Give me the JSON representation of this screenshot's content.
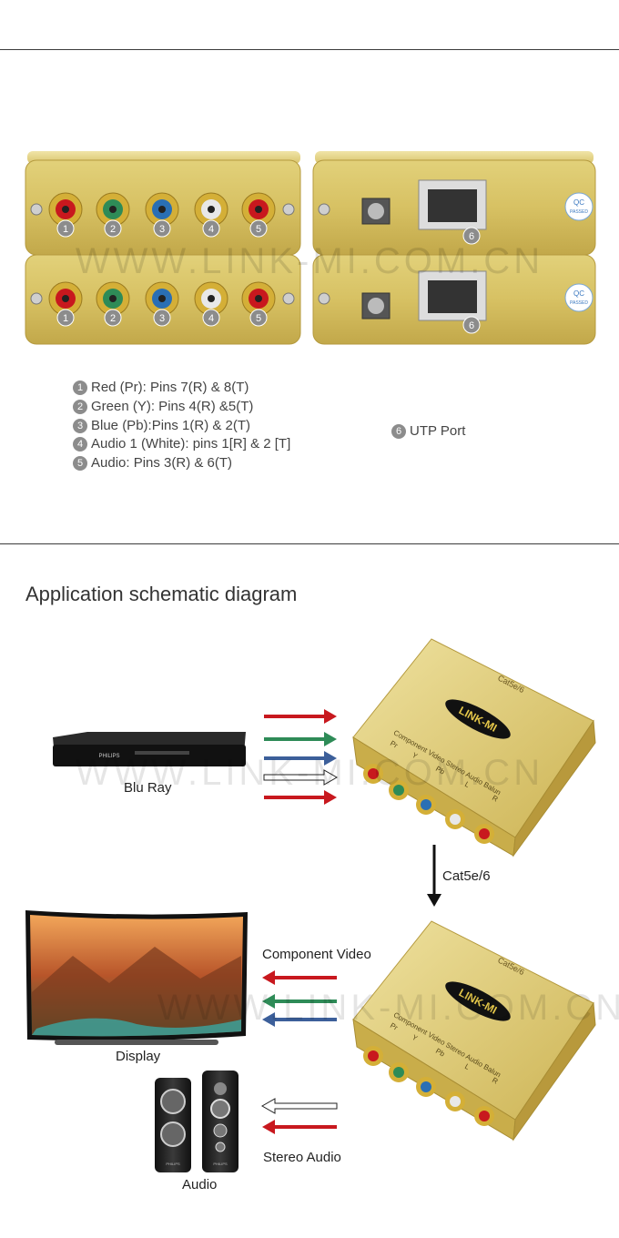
{
  "product_photo": {
    "port_numbers": [
      "1",
      "2",
      "3",
      "4",
      "5"
    ],
    "utp_number": "6",
    "qc_badge": [
      "QC",
      "PASSED"
    ],
    "watermark": "WWW.LINK-MI.COM.CN"
  },
  "legend": {
    "items": [
      {
        "num": "1",
        "text": "Red (Pr): Pins 7(R) & 8(T)"
      },
      {
        "num": "2",
        "text": "Green (Y): Pins 4(R) &5(T)"
      },
      {
        "num": "3",
        "text": "Blue (Pb):Pins 1(R) & 2(T)"
      },
      {
        "num": "4",
        "text": "Audio 1 (White): pins 1[R] & 2 [T]"
      },
      {
        "num": "5",
        "text": "Audio: Pins 3(R) & 6(T)"
      }
    ],
    "utp": {
      "num": "6",
      "text": "UTP Port"
    }
  },
  "schematic": {
    "title": "Application schematic diagram",
    "source_label": "Blu Ray",
    "player_brand": "PHILIPS",
    "cable_label": "Cat5e/6",
    "display_label": "Display",
    "audio_label": "Audio",
    "component_video_label": "Component Video",
    "stereo_audio_label": "Stereo Audio",
    "device": {
      "brand": "LINK-MI",
      "cat_label": "Cat5e/6",
      "title": "Component Video Stereo Audio Balun",
      "ports": [
        "Pr",
        "Y",
        "Pb",
        "L",
        "R"
      ]
    },
    "speaker_brand": "PHILIPS",
    "arrow_colors": {
      "red": "#c8181e",
      "green": "#2e8b57",
      "blue": "#3c5f9a",
      "white": "#ffffff"
    }
  }
}
